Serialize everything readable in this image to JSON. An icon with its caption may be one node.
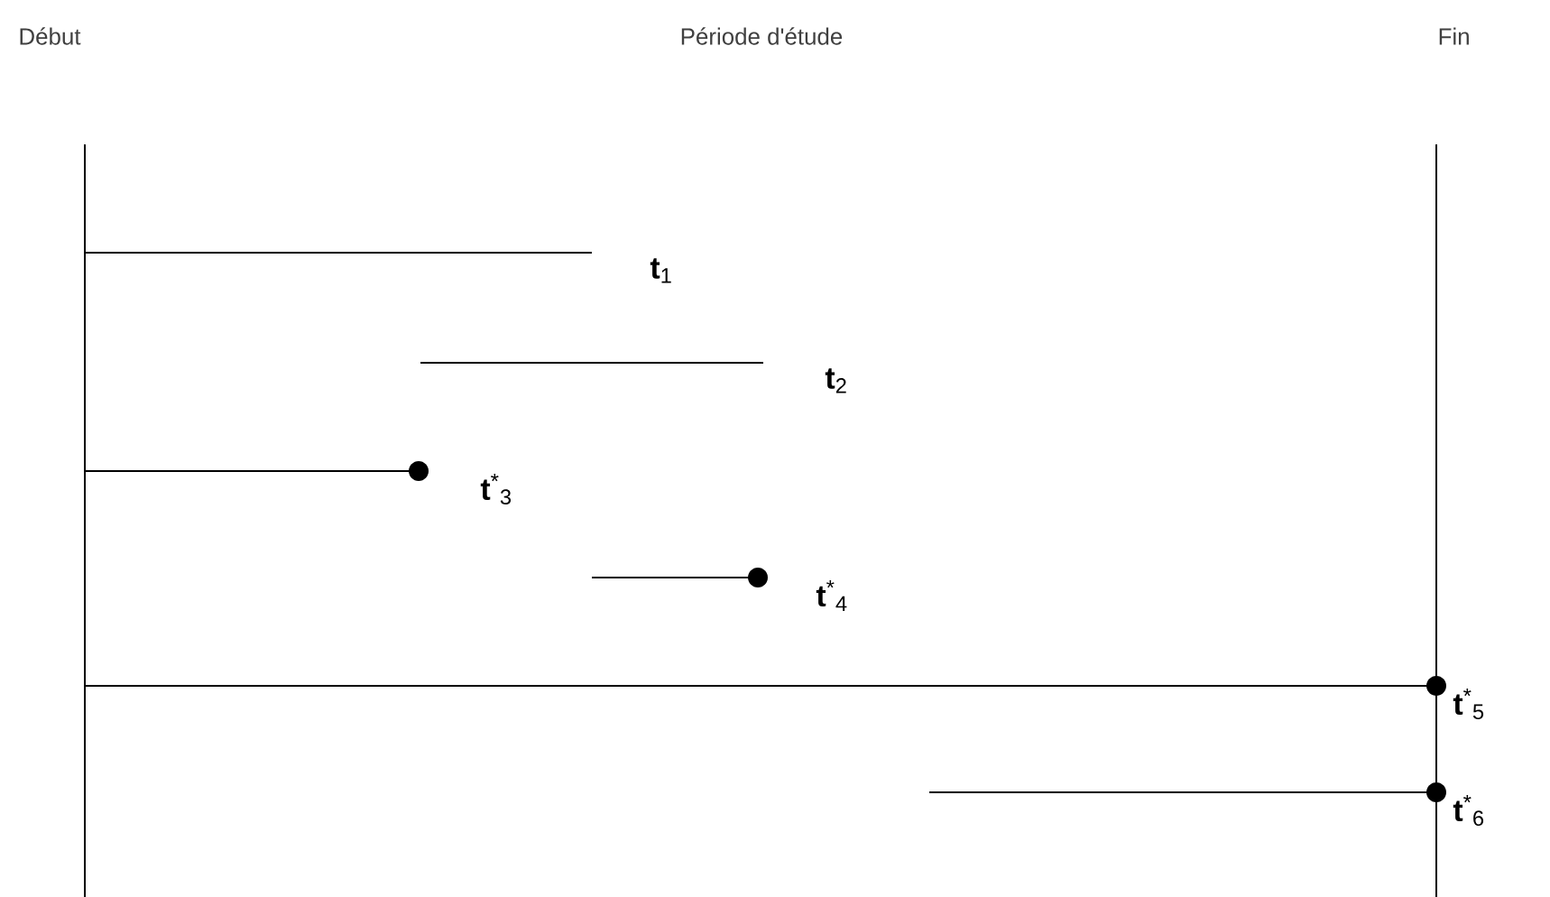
{
  "diagram": {
    "labels": [
      "Début",
      "Période d'étude",
      "Fin",
      "**t**$_{1}$",
      "**t**$^{*}$$_{3}$",
      "**t**$_{2}$",
      "**t**$^{*}$$_{4}$",
      "**t**$^{*}$$_{5}$",
      "**t**$^{*}$$_{6}$"
    ]
  }
}
